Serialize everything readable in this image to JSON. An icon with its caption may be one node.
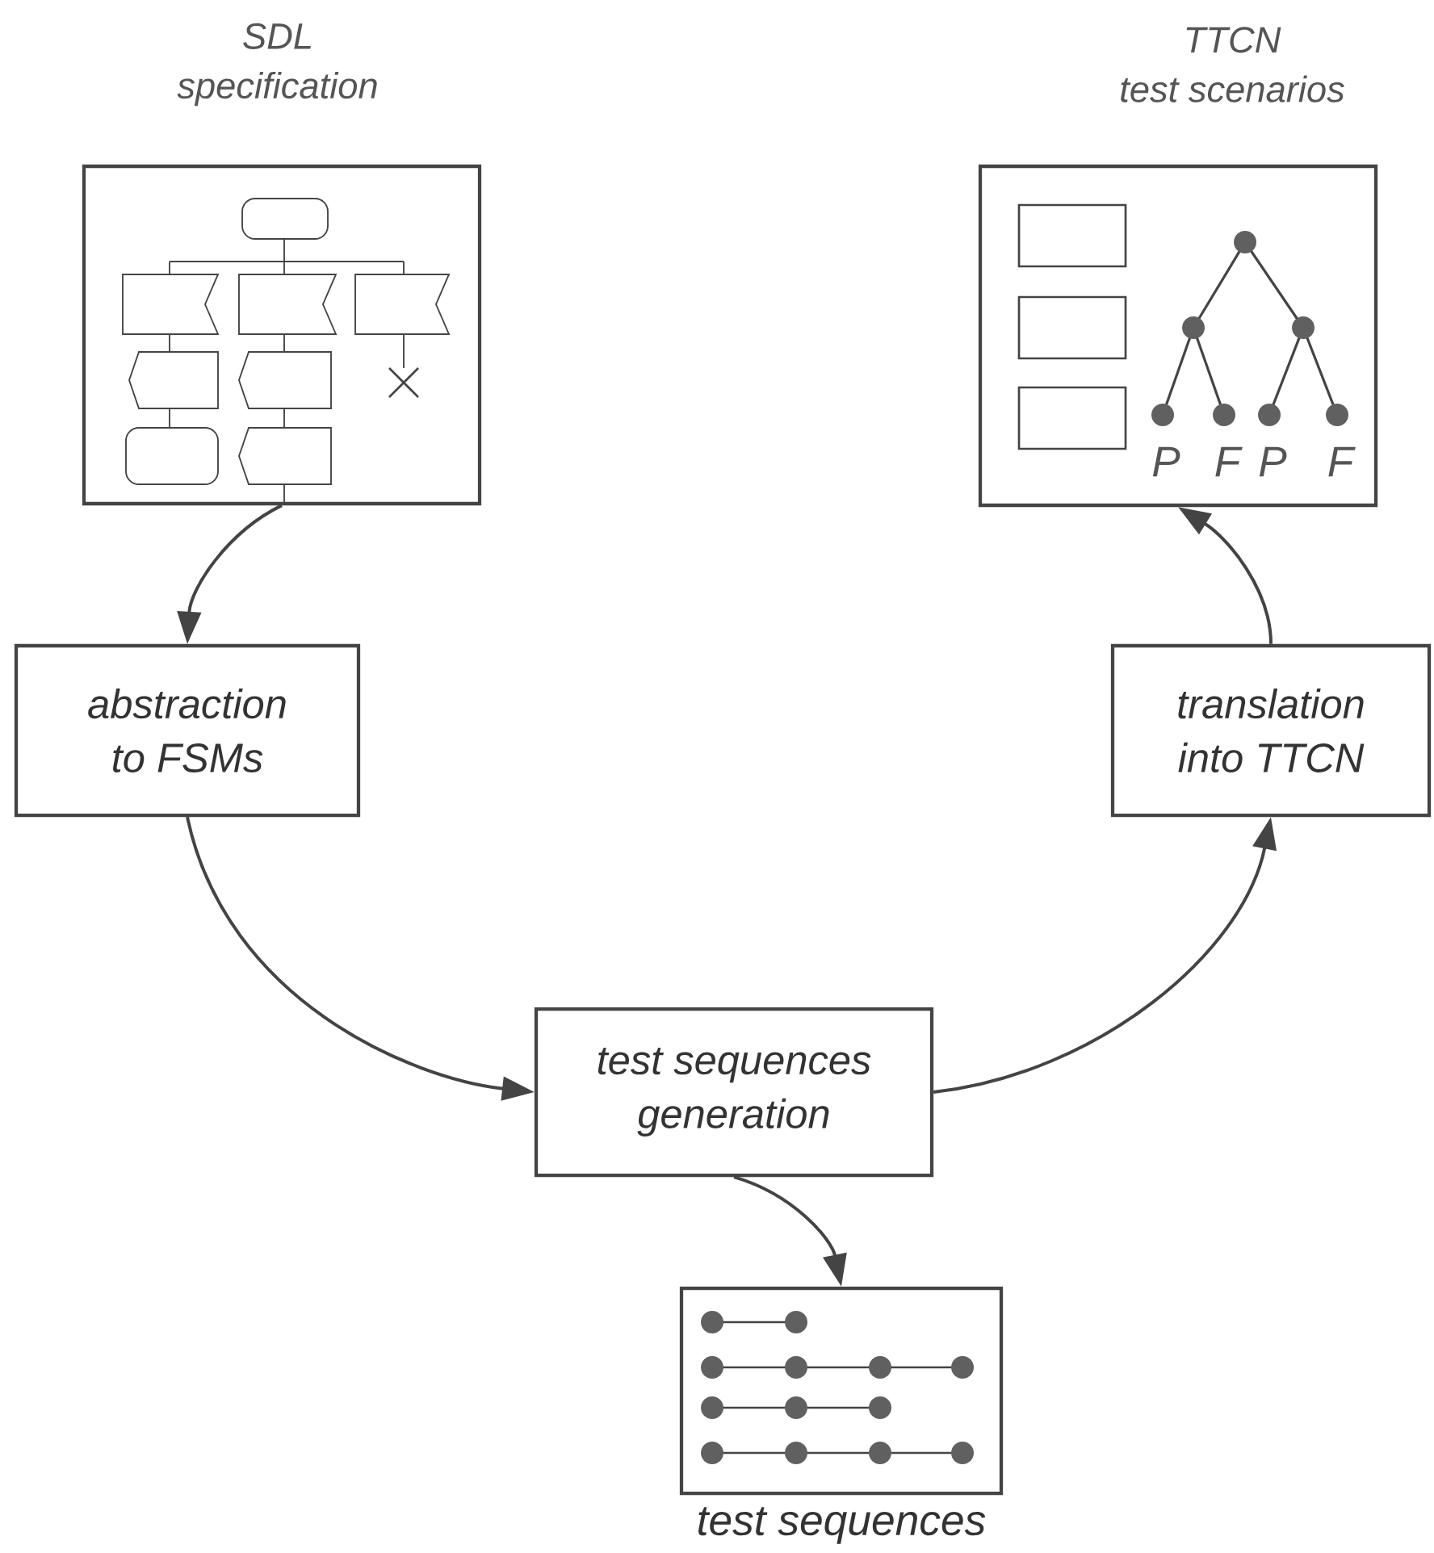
{
  "diagram": {
    "nodes": [
      {
        "text": [
          "SDL specification"
        ]
      },
      {
        "text": [
          "TTCN test scenarios",
          "P",
          "F",
          "P",
          "F"
        ]
      },
      {
        "text": [
          "abstraction to FSMs"
        ]
      },
      {
        "text": [
          "translation into TTCN"
        ]
      },
      {
        "text": [
          "test sequences generation"
        ]
      },
      {
        "text": [
          "test sequences"
        ]
      }
    ],
    "edges": [
      {
        "from": 0,
        "to": 2,
        "arrow": "to"
      },
      {
        "from": 2,
        "to": 4,
        "arrow": "to"
      },
      {
        "from": 4,
        "to": 3,
        "arrow": "to"
      },
      {
        "from": 3,
        "to": 1,
        "arrow": "to"
      },
      {
        "from": 4,
        "to": 5,
        "arrow": "to"
      }
    ]
  }
}
